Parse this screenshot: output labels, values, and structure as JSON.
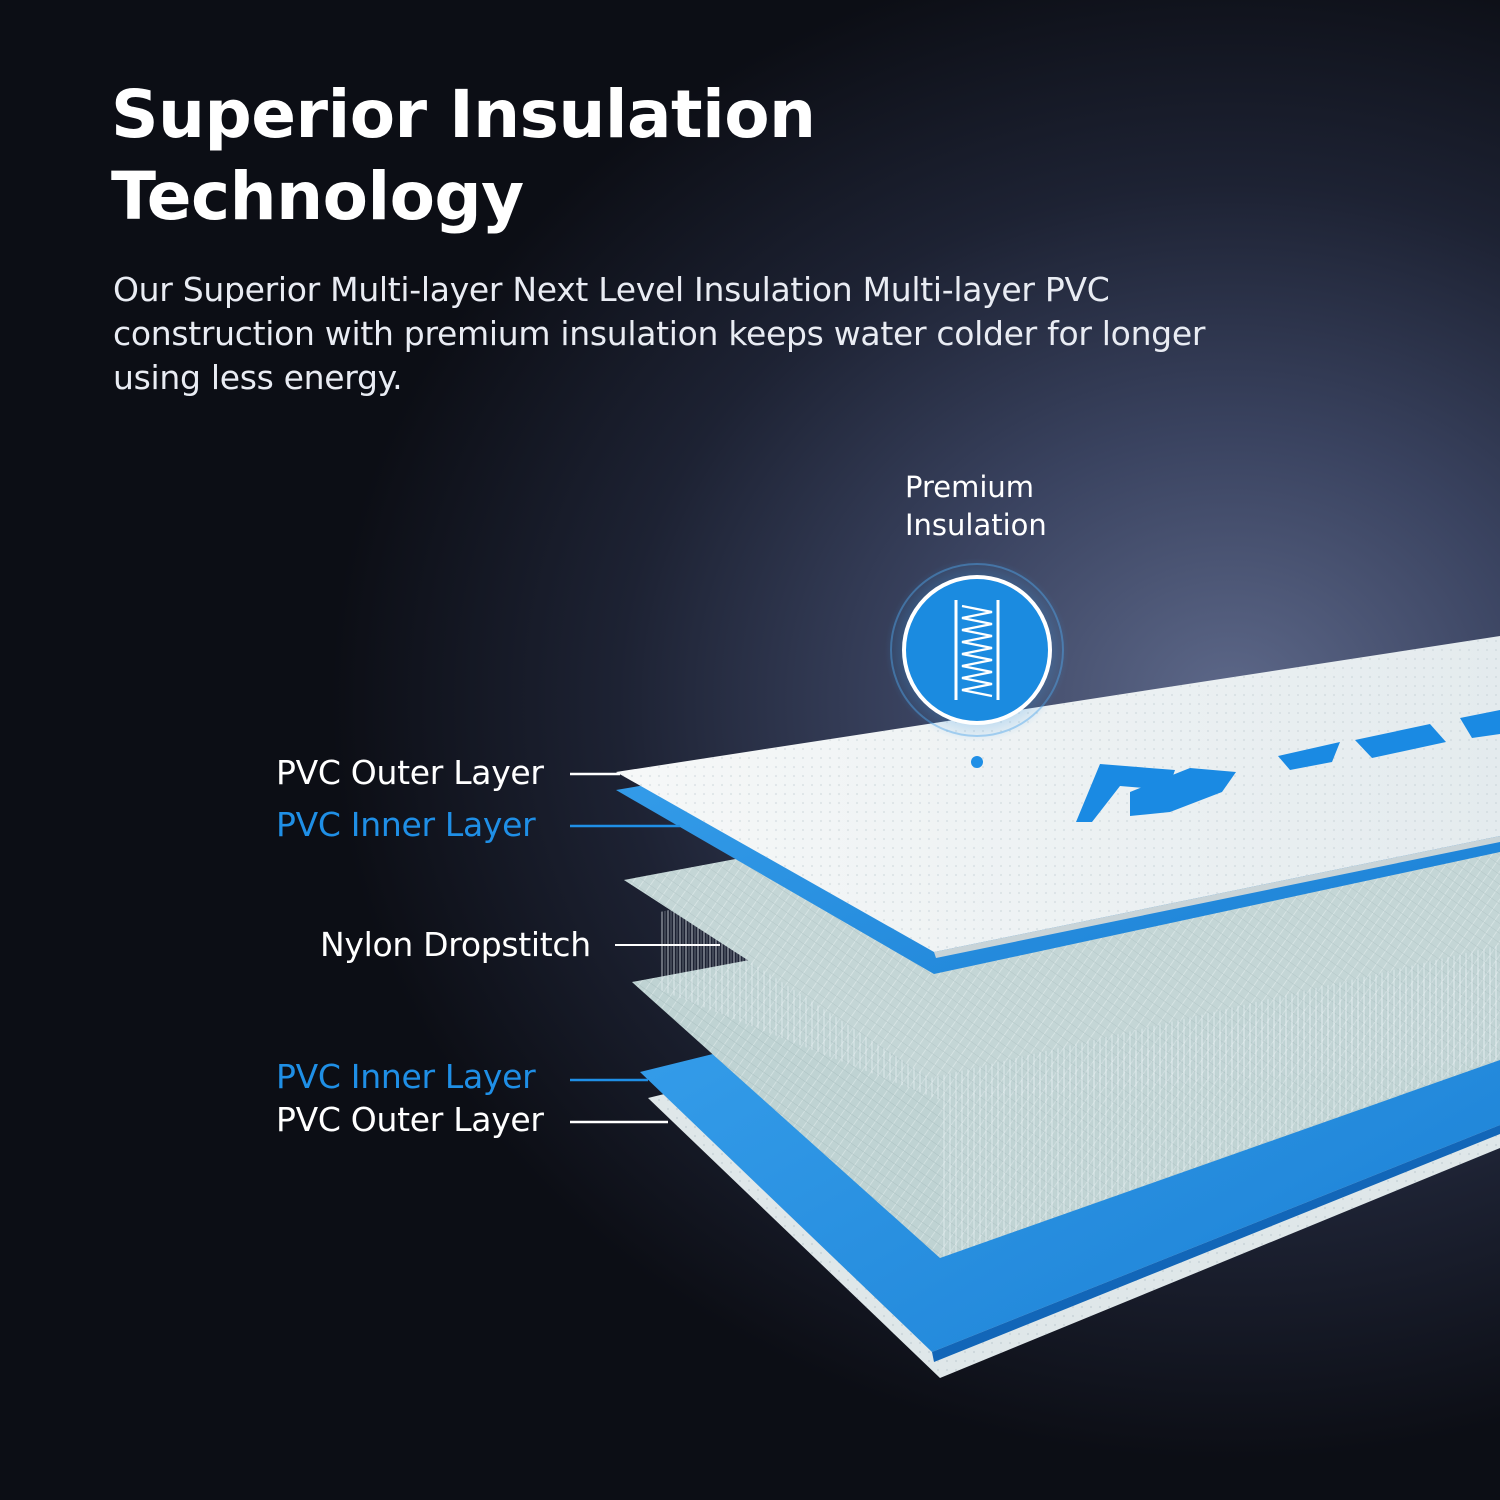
{
  "headline": {
    "line1": "Superior Insulation",
    "line2": "Technology"
  },
  "description": {
    "line1": "Our Superior Multi-layer Next Level Insulation Multi-layer PVC",
    "line2": "construction with premium insulation keeps water colder for longer",
    "line3": "using less energy."
  },
  "badge": {
    "line1": "Premium",
    "line2": "Insulation",
    "icon": "insulation-coil-icon"
  },
  "layers": {
    "top_outer": "PVC Outer Layer",
    "top_inner": "PVC Inner Layer",
    "core": "Nylon Dropstitch",
    "bottom_inner": "PVC Inner Layer",
    "bottom_outer": "PVC Outer Layer"
  },
  "colors": {
    "accent_blue": "#1f8fe6",
    "text_white": "#ffffff"
  }
}
